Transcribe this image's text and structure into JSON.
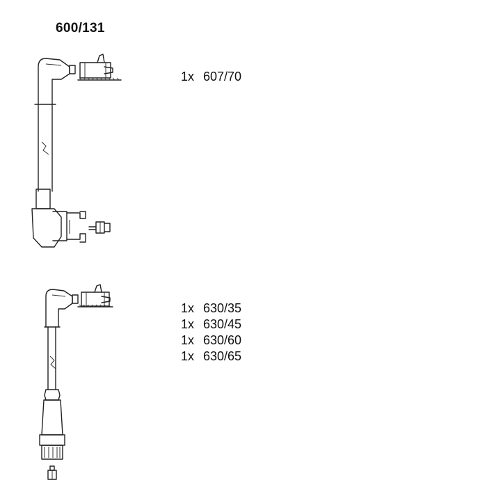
{
  "title": "600/131",
  "group1": {
    "items": [
      {
        "qty": "1x",
        "part": "607/70"
      }
    ]
  },
  "group2": {
    "items": [
      {
        "qty": "1x",
        "part": "630/35"
      },
      {
        "qty": "1x",
        "part": "630/45"
      },
      {
        "qty": "1x",
        "part": "630/60"
      },
      {
        "qty": "1x",
        "part": "630/65"
      }
    ]
  }
}
